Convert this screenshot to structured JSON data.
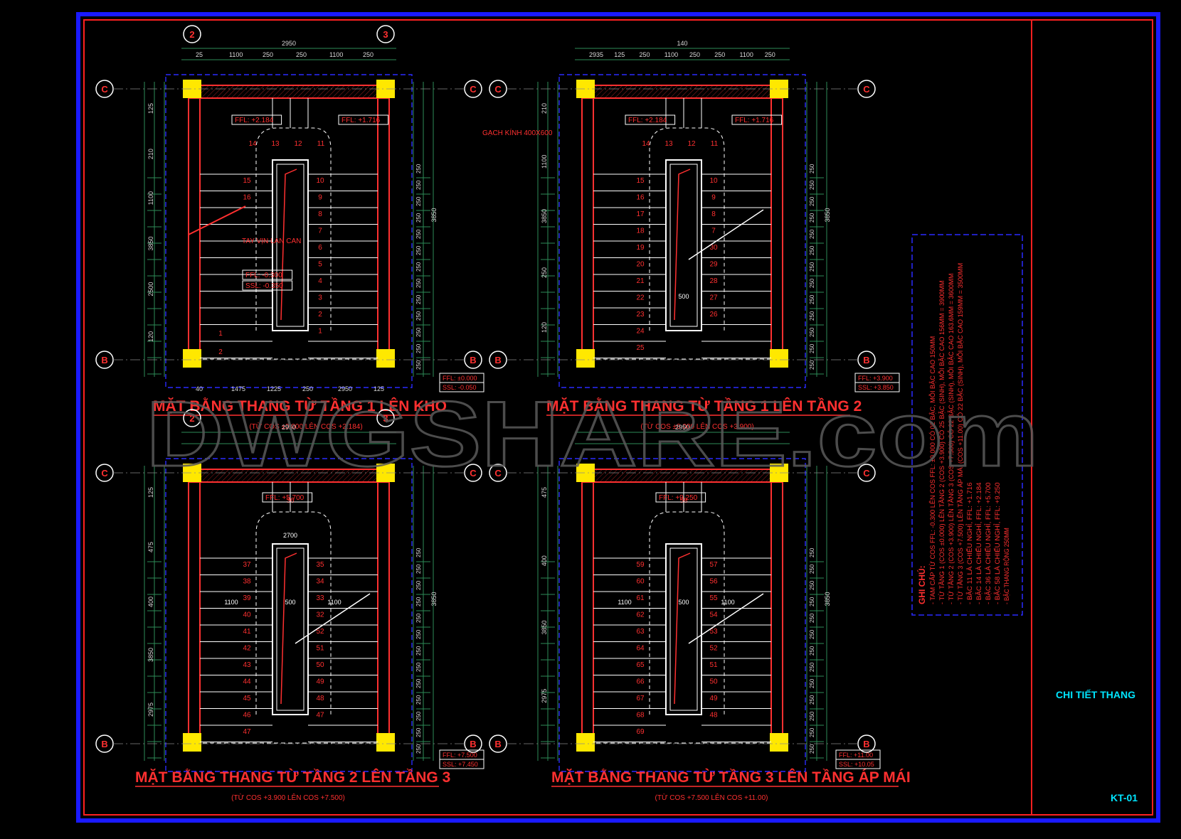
{
  "colors": {
    "background": "#000000",
    "frame_outer": "#1a1aff",
    "frame_inner": "#ff2020",
    "wall": "#ff3030",
    "column": "#ffe800",
    "dim": "#d8d8d8",
    "dim_line": "#2e8b57",
    "axis_bubble": "#ff3030",
    "dashed": "#2a2aff",
    "label": "#ff3030",
    "note_text": "#ff3030",
    "cyan": "#00e5ff"
  },
  "watermark": "DWGSHARE.com",
  "sheet": {
    "detail_title": "CHI TIẾT THANG",
    "sheet_no": "KT-01"
  },
  "notes": {
    "header": "GHI CHÚ:",
    "lines": [
      "- TAM CẤP TỪ COS FFL: -0.300 LÊN COS FFL: ±0.000 CÓ 02 BẬC, MỖI BẬC CAO 150MM",
      "- TỪ TẦNG 1 (COS ±0.000) LÊN TẦNG 2 (COS +3.900) CÓ 25 BẬC (SINH), MỖI BẬC CAO 156MM = 3900MM",
      "- TỪ TẦNG 2 (COS +3.900) LÊN TẦNG 3 (COS +7.500) CÓ 22 BẬC (SINH), MỖI BẬC CAO 163.6MM = 3600MM",
      "- TỪ TẦNG 3 (COS +7.500) LÊN TẦNG ÁP MÁI (COS +11.00) CÓ 22 BẬC (SINH), MỖI BẬC CAO 159MM = 3500MM",
      "- BẬC 11 LÀ CHIẾU NGHỈ, FFL: +1.716",
      "- BẬC 14 LÀ CHIẾU NGHỈ, FFL: +2.184",
      "- BẬC 36 LÀ CHIẾU NGHỈ, FFL: +5.700",
      "- BẬC 58 LÀ CHIẾU NGHỈ, FFL: +9.250",
      "- BẬC THANG RỘNG 250MM"
    ]
  },
  "plans": [
    {
      "title": "MẶT BẰNG THANG TỪ TẦNG 1 LÊN KHO",
      "subtitle": "(TỪ COS ±0.000 LÊN COS +2.184)",
      "axis_top": [
        "2",
        "3"
      ],
      "axis_side": [
        "C",
        "B"
      ],
      "dims_top": [
        "2950",
        "25",
        "1100",
        "250",
        "250",
        "1100",
        "250"
      ],
      "dims_bottom": [
        "40",
        "1475",
        "1225",
        "250",
        "2950",
        "125"
      ],
      "dim_left": [
        "125",
        "210",
        "1100",
        "3850",
        "2500",
        "120"
      ],
      "dim_right_label": "3850",
      "left_steps": [
        "15",
        "16"
      ],
      "right_steps": [
        "10",
        "9",
        "8",
        "7",
        "6",
        "5",
        "4",
        "3",
        "2",
        "1"
      ],
      "top_steps": [
        "14",
        "13",
        "12",
        "11"
      ],
      "tags": [
        {
          "text": "FFL: +2.184"
        },
        {
          "text": "FFL: +1.716"
        },
        {
          "text": "FFL: -0.300"
        },
        {
          "text": "SSL: -0.350"
        }
      ],
      "level_box": [
        "FFL: ±0.000",
        "SSL: -0.050"
      ],
      "annotation": "TAY VỊN LAN CAN",
      "extra_steps": [
        "1",
        "2"
      ]
    },
    {
      "title": "MẶT BẰNG THANG TỪ TẦNG 1 LÊN TẦNG 2",
      "subtitle": "(TỪ COS ±0.000 LÊN COS +3.900)",
      "axis_top": [],
      "axis_side": [
        "C",
        "B"
      ],
      "dims_top": [
        "140",
        "2935",
        "125",
        "250",
        "1100",
        "250",
        "250",
        "1100",
        "250"
      ],
      "dim_left": [
        "210",
        "1100",
        "3850",
        "250",
        "120"
      ],
      "dim_right_label": "3850",
      "left_steps": [
        "15",
        "16",
        "17",
        "18",
        "19",
        "20",
        "21",
        "22",
        "23",
        "24",
        "25"
      ],
      "right_steps": [
        "10",
        "9",
        "8",
        "7",
        "30",
        "29",
        "28",
        "27",
        "26"
      ],
      "top_steps": [
        "14",
        "13",
        "12",
        "11"
      ],
      "tags": [
        {
          "text": "FFL: +2.184"
        },
        {
          "text": "FFL: +1.716"
        }
      ],
      "level_box": [
        "FFL: +3.900",
        "SSL: +3.850"
      ],
      "annotation": "GẠCH KÍNH 400X600",
      "mid_dim": "500"
    },
    {
      "title": "MẶT BẰNG THANG TỪ TẦNG 2 LÊN TẦNG 3",
      "subtitle": "(TỪ COS +3.900 LÊN COS +7.500)",
      "axis_top": [
        "2",
        "3"
      ],
      "axis_side": [
        "C",
        "B"
      ],
      "dims_top": [
        "2950"
      ],
      "dim_left": [
        "125",
        "475",
        "400",
        "3850",
        "2975"
      ],
      "dim_right_label": "3850",
      "left_steps": [
        "37",
        "38",
        "39",
        "40",
        "41",
        "42",
        "43",
        "44",
        "45",
        "46",
        "47"
      ],
      "right_steps": [
        "35",
        "34",
        "33",
        "32",
        "52",
        "51",
        "50",
        "49",
        "48",
        "47"
      ],
      "top_steps": [
        "36"
      ],
      "tags": [
        {
          "text": "FFL: +5.700"
        }
      ],
      "level_box": [
        "FFL: +7.500",
        "SSL: +7.450"
      ],
      "mid_dims": [
        "2700",
        "1100",
        "500",
        "1100"
      ]
    },
    {
      "title": "MẶT BẰNG THANG TỪ TẦNG 3 LÊN TẦNG ÁP MÁI",
      "subtitle": "(TỪ COS +7.500 LÊN COS +11.00)",
      "axis_top": [],
      "axis_side": [
        "C",
        "B"
      ],
      "dims_top": [
        "2950"
      ],
      "dim_left": [
        "475",
        "400",
        "3850",
        "2975"
      ],
      "dim_right_label": "3850",
      "left_steps": [
        "59",
        "60",
        "61",
        "62",
        "63",
        "64",
        "65",
        "66",
        "67",
        "68",
        "69"
      ],
      "right_steps": [
        "57",
        "56",
        "55",
        "54",
        "53",
        "52",
        "51",
        "50",
        "49",
        "48"
      ],
      "top_steps": [
        "58"
      ],
      "tags": [
        {
          "text": "FFL: +9.250"
        }
      ],
      "level_box": [
        "FFL: +11.00",
        "SSL: +10.05"
      ],
      "mid_dims": [
        "1100",
        "500",
        "1100"
      ]
    }
  ]
}
